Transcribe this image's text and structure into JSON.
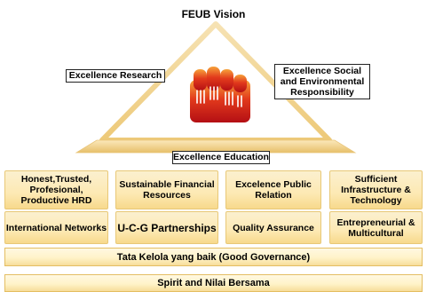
{
  "title": "FEUB Vision",
  "triangle_labels": {
    "left": "Excellence Research",
    "right": "Excellence Social and Environmental Responsibility",
    "base": "Excellence Education"
  },
  "pillars_row1": [
    "Honest,Trusted, Profesional, Productive HRD",
    "Sustainable Financial Resources",
    "Excelence Public Relation",
    "Sufficient Infrastructure & Technology"
  ],
  "pillars_row2": [
    "International Networks",
    "U-C-G Partnerships",
    "Quality Assurance",
    "Entrepreneurial & Multicultural"
  ],
  "foundation": {
    "governance": "Tata Kelola yang baik (Good Governance)",
    "values": "Spirit and Nilai Bersama"
  },
  "colors": {
    "triangle_outline": "#f2d7a0",
    "pillar_fill": "#fde9b3",
    "logo_red": "#d6151b",
    "logo_orange": "#f28c1a"
  },
  "icons": [
    "feub-logo-icon"
  ]
}
